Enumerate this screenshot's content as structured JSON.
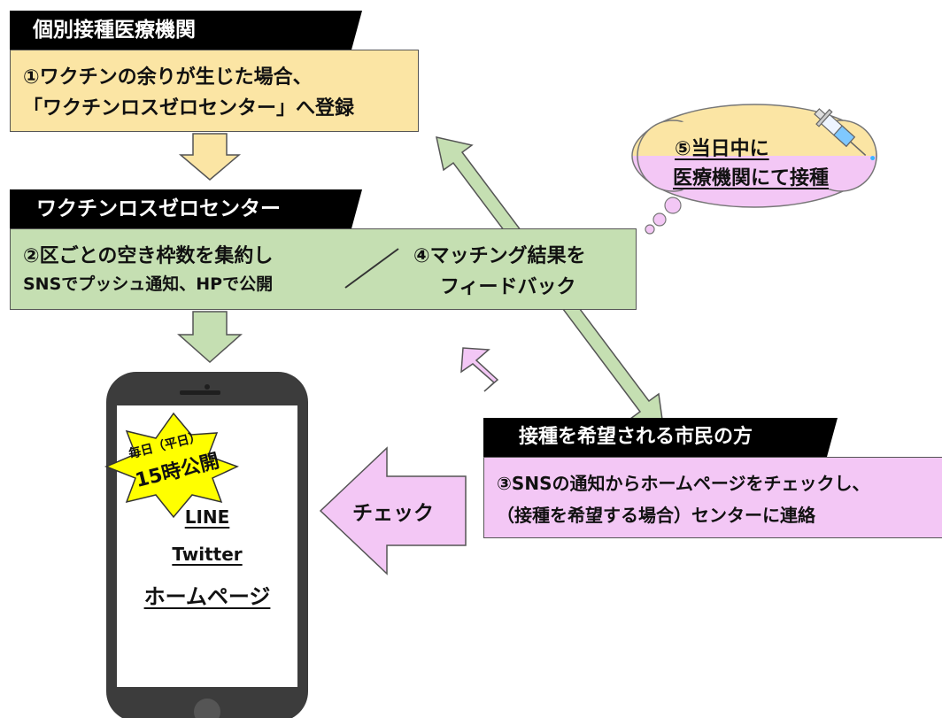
{
  "medical_section": {
    "header": "個別接種医療機関",
    "step1_line1": "①ワクチンの余りが生じた場合、",
    "step1_line2": "「ワクチンロスゼロセンター」へ登録"
  },
  "center_section": {
    "header": "ワクチンロスゼロセンター",
    "step2_line1": "②区ごとの空き枠数を集約し",
    "step2_line2": "SNSでプッシュ通知、HPで公開",
    "step4_line1": "④マッチング結果を",
    "step4_line2": "フィードバック"
  },
  "citizen_section": {
    "header": "接種を希望される市民の方",
    "step3_line1": "③SNSの通知からホームページをチェックし、",
    "step3_line2": "（接種を希望する場合）センターに連絡"
  },
  "thought_cloud": {
    "line1": "⑤当日中に",
    "line2": "医療機関にて接種",
    "icon": "syringe-icon"
  },
  "check_arrow_label": "チェック",
  "phone": {
    "burst_line1": "毎日（平日）",
    "burst_line2": "15時公開",
    "links": [
      "LINE",
      "Twitter",
      "ホームページ"
    ]
  },
  "colors": {
    "yellow": "#fbe5a4",
    "green": "#c5dfb2",
    "pink": "#f3c7f5",
    "burst": "#ffff00",
    "phone": "#3c3c3c",
    "black": "#000000"
  }
}
